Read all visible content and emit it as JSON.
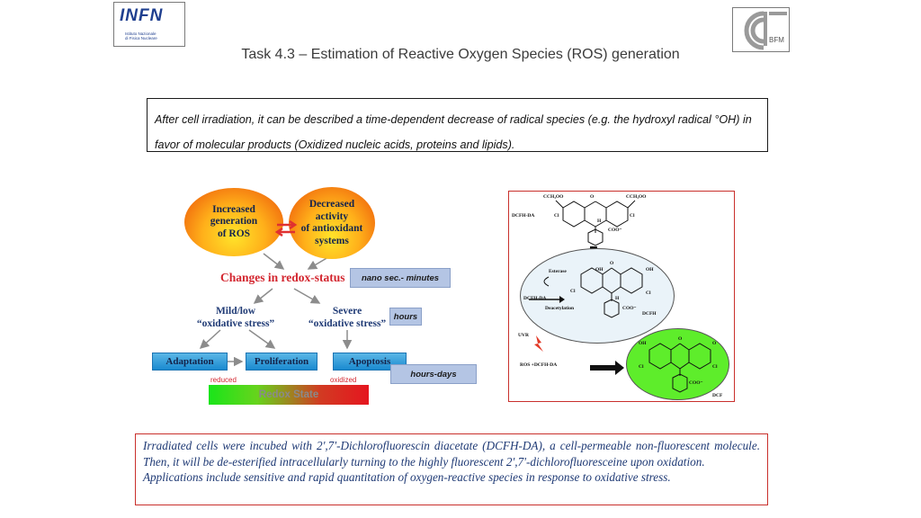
{
  "header": {
    "title": "Task 4.3 – Estimation of Reactive Oxygen Species (ROS) generation",
    "logo_left": {
      "brand": "INFN",
      "sub1": "Istituto Nazionale",
      "sub2": "di Fisica Nucleare"
    },
    "logo_right": {
      "text": "BFM"
    }
  },
  "top_box": {
    "text": "After cell irradiation, it can be described a time-dependent decrease of radical species (e.g. the hydroxyl radical °OH) in favor of molecular products (Oxidized nucleic acids, proteins and lipids)."
  },
  "diagram": {
    "increased_ros": "Increased\ngeneration\nof ROS",
    "decreased_activity": "Decreased\nactivity\nof antioxidant\nsystems",
    "changes": "Changes in redox-status",
    "time_nano": "nano sec.- minutes",
    "mild_line1": "Mild/low",
    "mild_line2": "“oxidative stress”",
    "severe_line1": "Severe",
    "severe_line2": "“oxidative stress”",
    "time_hours": "hours",
    "adaptation": "Adaptation",
    "proliferation": "Proliferation",
    "apoptosis": "Apoptosis",
    "time_hours_days": "hours-days",
    "reduced": "reduced",
    "oxidized": "oxidized",
    "redox_state": "Redox State"
  },
  "chemistry": {
    "top_left_group": "CCH₃OO",
    "top_right_group": "CCH₃OO",
    "dcfh_da": "DCFH-DA",
    "cl": "Cl",
    "h": "H",
    "coo": "COO⁻",
    "oh": "OH",
    "o": "O",
    "esterase": "Esterase",
    "dcfh_da_small": "DCFH-DA",
    "deacetylation": "Deacetylation",
    "dcfh": "DCFH",
    "uvr": "UVR",
    "ros_dcfh_da": "ROS +DCFH-DA",
    "dcf": "DCF"
  },
  "bottom_box": {
    "para1": "Irradiated cells were incubed with 2',7'-Dichlorofluorescin diacetate (DCFH-DA), a cell-permeable non-fluorescent molecule. Then, it will be de-esterified intracellularly turning to the highly fluorescent 2',7'-dichlorofluoresceine upon oxidation.",
    "para2": "Applications include sensitive and rapid quantitation of oxygen-reactive species in response to oxidative stress."
  },
  "colors": {
    "title_text": "#3b3b3b",
    "redox_red": "#d3262f",
    "body_blue": "#1f3a75",
    "box_border_red": "#c9302c",
    "fluorescent_green": "#5eed2b"
  }
}
